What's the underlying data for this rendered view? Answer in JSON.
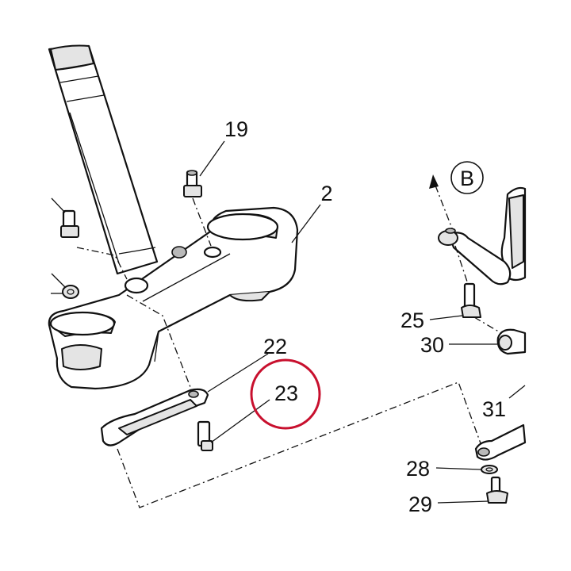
{
  "callouts": {
    "p19": "19",
    "p2": "2",
    "p22": "22",
    "p23": "23",
    "p25": "25",
    "p30": "30",
    "p31": "31",
    "p28": "28",
    "p29": "29"
  },
  "view_marker": "B",
  "colors": {
    "line": "#111111",
    "shade": "#e4e4e4",
    "highlight": "#c8102e"
  }
}
